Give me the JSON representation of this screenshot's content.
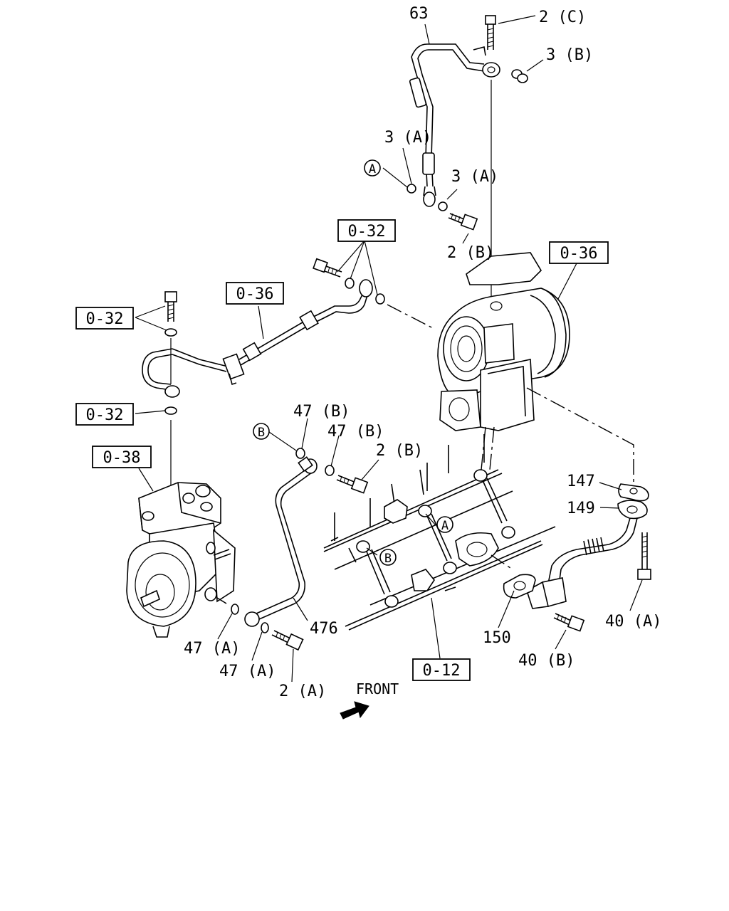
{
  "callouts": {
    "p63": "63",
    "p2c": "2 (C)",
    "p3b": "3 (B)",
    "p3a_1": "3 (A)",
    "p3a_2": "3 (A)",
    "p2b_top": "2 (B)",
    "ref_032_top": "0-32",
    "ref_036_turbo": "0-36",
    "ref_036_pipe": "0-36",
    "ref_032_left1": "0-32",
    "ref_032_left2": "0-32",
    "ref_038": "0-38",
    "p47b_1": "47 (B)",
    "p47b_2": "47 (B)",
    "p2b_mid": "2 (B)",
    "p147": "147",
    "p149": "149",
    "p476": "476",
    "p150": "150",
    "p40a": "40 (A)",
    "p40b": "40 (B)",
    "p47a_1": "47 (A)",
    "p47a_2": "47 (A)",
    "p2a": "2 (A)",
    "ref_012": "0-12",
    "front": "FRONT"
  },
  "markers": {
    "circle_a_left": "A",
    "circle_a_block": "A",
    "circle_b_left": "B",
    "circle_b_block": "B"
  },
  "icons": {
    "front_arrow": "front-arrow-icon"
  }
}
